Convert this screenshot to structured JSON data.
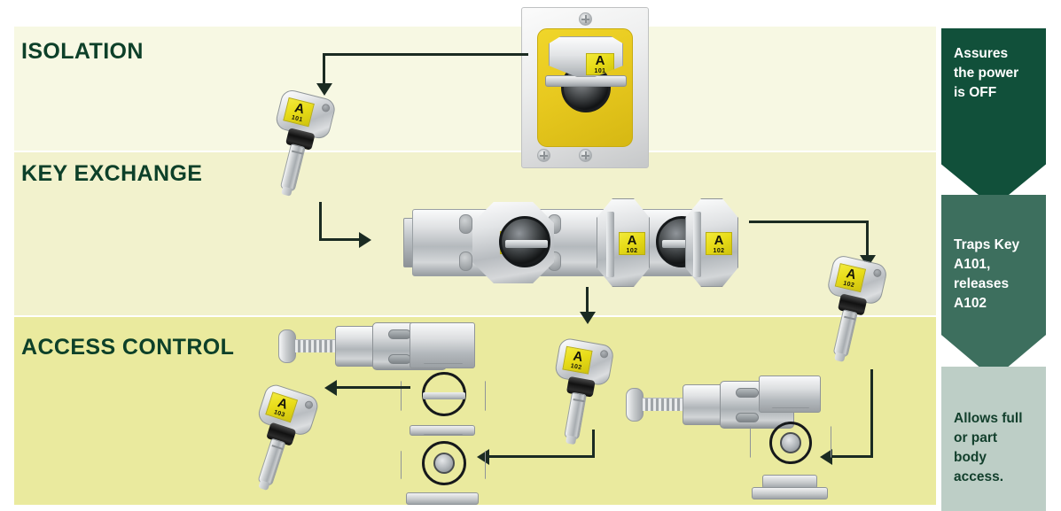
{
  "bands": [
    {
      "id": "isolation",
      "title": "ISOLATION",
      "color": "#f7f8e3"
    },
    {
      "id": "keyexchange",
      "title": "KEY EXCHANGE",
      "color": "#f2f2cd"
    },
    {
      "id": "accesscontrol",
      "title": "ACCESS CONTROL",
      "color": "#eaea9e"
    }
  ],
  "rail": {
    "steps": [
      {
        "text": "Assures\nthe power\nis OFF",
        "bg": "#11503a",
        "fg": "#ffffff"
      },
      {
        "text": "Traps Key\nA101,\nreleases\nA102",
        "bg": "#3d6f5e",
        "fg": "#ffffff"
      },
      {
        "text": "Allows full\nor part\nbody\naccess.",
        "bg": "#bdcec6",
        "fg": "#123f2c"
      }
    ]
  },
  "devices": {
    "isolator": {
      "name": "isolator-switch",
      "tag_letter": "A",
      "tag_number": "101"
    },
    "key_exchange_unit": {
      "name": "key-exchange-unit",
      "stations": [
        {
          "tag_letter": "A",
          "tag_number": "101"
        },
        {
          "tag_letter": "A",
          "tag_number": "102"
        },
        {
          "tag_letter": "A",
          "tag_number": "102"
        }
      ]
    },
    "bolt_interlock_left": {
      "name": "bolt-interlock-left"
    },
    "bolt_interlock_right": {
      "name": "bolt-interlock-right"
    }
  },
  "keys": [
    {
      "id": "key-a101-isolation",
      "tag_letter": "A",
      "tag_number": "101"
    },
    {
      "id": "key-a102-right",
      "tag_letter": "A",
      "tag_number": "102"
    },
    {
      "id": "key-a102-center",
      "tag_letter": "A",
      "tag_number": "102"
    },
    {
      "id": "key-a103-left",
      "tag_letter": "A",
      "tag_number": "103"
    }
  ],
  "colors": {
    "title_green": "#0d4029",
    "tag_yellow": "#e8dc18",
    "arrow": "#1b2b22"
  }
}
